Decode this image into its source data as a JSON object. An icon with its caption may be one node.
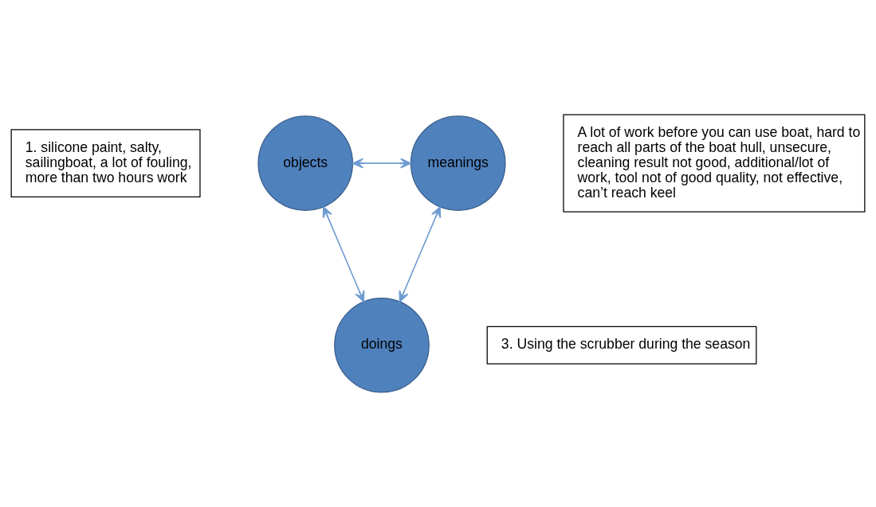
{
  "diagram": {
    "nodes": [
      {
        "text": [
          "1. silicone paint, salty, sailingboat, a lot of fouling, more than two hours work"
        ]
      },
      {
        "text": [
          "objects"
        ]
      },
      {
        "text": [
          "meanings"
        ]
      },
      {
        "text": [
          "doings"
        ]
      },
      {
        "text": [
          "A lot of work before you can use boat, hard to reach all parts of the boat hull, unsecure, cleaning result not good, additional/lot of work, tool not of good quality, not effective, can’t reach keel"
        ]
      },
      {
        "text": [
          "3. Using the scrubber during the season"
        ]
      }
    ],
    "edges": [
      {
        "from": 1,
        "to": 2,
        "arrow": "both"
      },
      {
        "from": 1,
        "to": 3,
        "arrow": "both"
      },
      {
        "from": 2,
        "to": 3,
        "arrow": "both"
      }
    ]
  }
}
